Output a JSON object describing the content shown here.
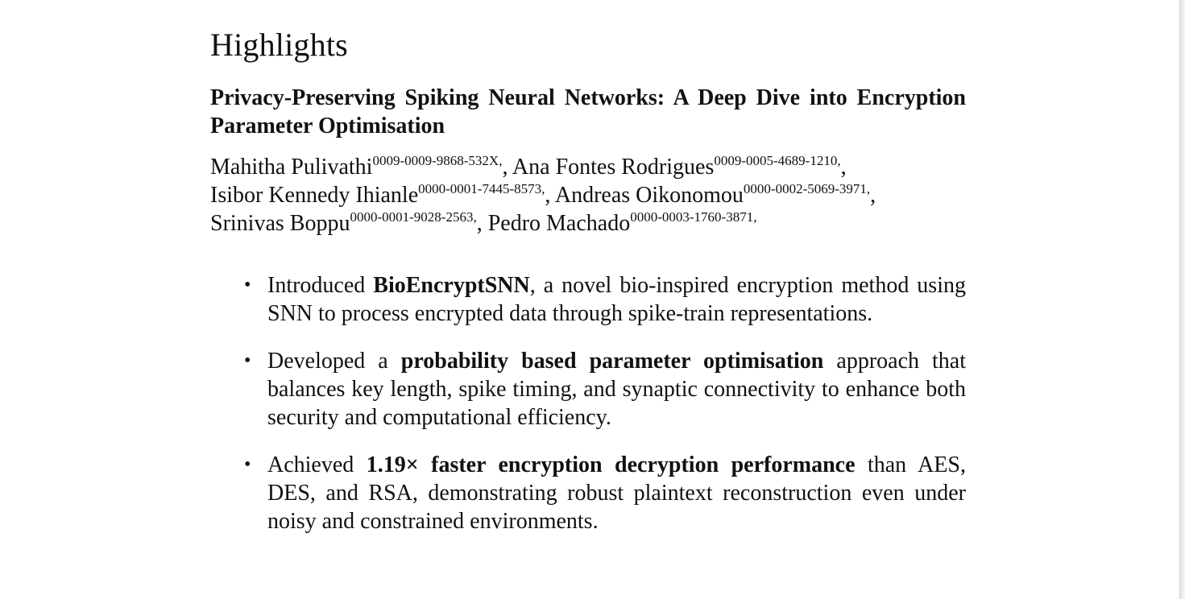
{
  "section_heading": "Highlights",
  "paper": {
    "title": "Privacy-Preserving Spiking Neural Networks:  A Deep Dive into Encryption Parameter Optimisation"
  },
  "authors": [
    {
      "name": "Mahitha Pulivathi",
      "orcid": "0009-0009-9868-532X",
      "separator": ","
    },
    {
      "name": "Ana Fontes Rodrigues",
      "orcid": "0009-0005-4689-1210",
      "separator": ","
    },
    {
      "name": "Isibor Kennedy Ihianle",
      "orcid": "0000-0001-7445-8573",
      "separator": ","
    },
    {
      "name": "Andreas Oikonomou",
      "orcid": "0000-0002-5069-3971",
      "separator": ","
    },
    {
      "name": "Srinivas Boppu",
      "orcid": "0000-0001-9028-2563",
      "separator": ","
    },
    {
      "name": "Pedro Machado",
      "orcid": "0000-0003-1760-3871",
      "separator": ","
    }
  ],
  "author_trailing_comma": ",",
  "highlights": [
    {
      "bullet": "•",
      "before": "Introduced ",
      "bold": "BioEncryptSNN",
      "after": ", a novel bio-inspired encryption method using SNN to process encrypted data through spike-train representa­tions."
    },
    {
      "bullet": "•",
      "before": "Developed a ",
      "bold": "probability based parameter optimisation",
      "after": " approach that balances key length, spike timing, and synaptic connectivity to enhance both security and computational efficiency."
    },
    {
      "bullet": "•",
      "before": "Achieved ",
      "bold": "1.19× faster encryption decryption performance",
      "after": " than AES, DES, and RSA, demonstrating robust plaintext reconstruction even under noisy and constrained environments."
    }
  ]
}
